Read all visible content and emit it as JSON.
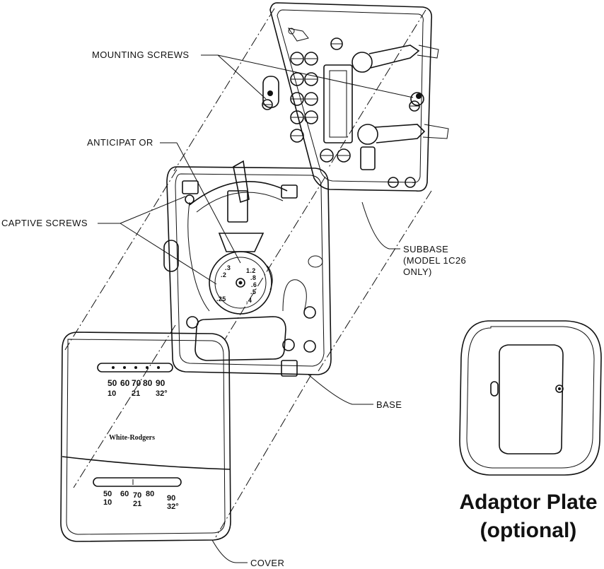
{
  "labels": {
    "mounting_screws": "MOUNTING SCREWS",
    "anticipator": "ANTICIPAT OR",
    "captive_screws": "CAPTIVE SCREWS",
    "subbase": [
      "SUBBASE",
      "(MODEL 1C26",
      "ONLY)"
    ],
    "base": "BASE",
    "cover": "COVER"
  },
  "cover_face": {
    "upper_scale_f": [
      "50",
      "60",
      "70",
      "80",
      "90"
    ],
    "upper_scale_c": [
      "10",
      "21",
      "32°"
    ],
    "brand": "White-Rodgers",
    "lower_scale_f": [
      "50",
      "60",
      "70",
      "80",
      "90"
    ],
    "lower_scale_c": [
      "10",
      "21",
      "32°"
    ]
  },
  "anticipator_dial": [
    "1.2",
    ".8",
    ".6",
    ".5",
    ".4",
    ".3",
    ".2",
    ".25"
  ],
  "adaptor_plate": {
    "title_line1": "Adaptor Plate",
    "title_line2": "(optional)"
  }
}
